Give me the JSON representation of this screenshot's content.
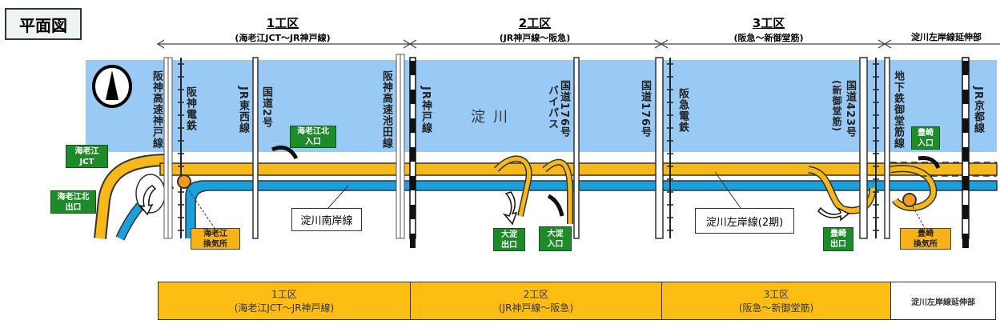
{
  "title": "平面図",
  "sections": [
    {
      "name": "1工区",
      "range": "(海老江JCT～JR神戸線)"
    },
    {
      "name": "2工区",
      "range": "(JR神戸線～阪急)"
    },
    {
      "name": "3工区",
      "range": "(阪急～新御堂筋)"
    },
    {
      "name": "淀川左岸線延伸部",
      "range": ""
    }
  ],
  "crossings": {
    "hanshin_expwy_kobe": "阪神高速神戸線",
    "hanshin_railway": "阪神電鉄",
    "jr_tozai": "JR東西線",
    "route2": "国道2号",
    "hanshin_expwy_ikeda": "阪神高速池田線",
    "jr_kobe": "JR神戸線",
    "route176_bypass": "国道176号",
    "route176_bypass_sub": "バイパス",
    "route176": "国道176号",
    "hankyu": "阪急電鉄",
    "route423": "国道423号",
    "route423_sub": "(新御堂筋)",
    "midosuji_subway": "地下鉄御堂筋線",
    "jr_kyoto": "JR京都線"
  },
  "river": {
    "label_1": "淀",
    "label_2": "川"
  },
  "ramps": {
    "ebie_jct": {
      "l1": "海老江",
      "l2": "JCT"
    },
    "ebie_north_exit": {
      "l1": "海老江北",
      "l2": "出口"
    },
    "ebie_north_entrance": {
      "l1": "海老江北",
      "l2": "入口"
    },
    "oyodo_exit": {
      "l1": "大淀",
      "l2": "出口"
    },
    "oyodo_entrance": {
      "l1": "大淀",
      "l2": "入口"
    },
    "toyosaki_exit": {
      "l1": "豊崎",
      "l2": "出口"
    },
    "toyosaki_entrance": {
      "l1": "豊崎",
      "l2": "入口"
    }
  },
  "ventilation": {
    "ebie": {
      "l1": "海老江",
      "l2": "換気所"
    },
    "toyosaki": {
      "l1": "豊崎",
      "l2": "換気所"
    }
  },
  "callouts": {
    "south_bank": "淀川南岸線",
    "left_bank": "淀川左岸線(2期)"
  },
  "bottom_bar": [
    {
      "name": "1工区",
      "range": "(海老江JCT～JR神戸線)"
    },
    {
      "name": "2工区",
      "range": "(JR神戸線～阪急)"
    },
    {
      "name": "3工区",
      "range": "(阪急～新御堂筋)"
    },
    {
      "name": "淀川左岸線延伸部"
    }
  ],
  "colors": {
    "river": "#99c9f5",
    "road": "#f7b81a",
    "south_bank_line": "#1aa0dc",
    "ramp_sign": "#1e8a2a"
  }
}
